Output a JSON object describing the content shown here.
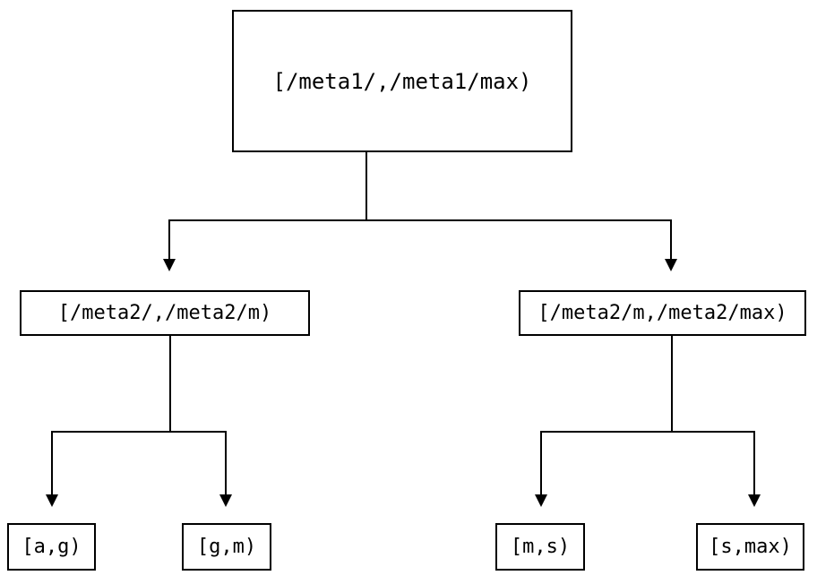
{
  "diagram": {
    "type": "tree",
    "title": "",
    "background_color": "#ffffff",
    "stroke_color": "#000000",
    "text_color": "#000000",
    "nodes": {
      "root": {
        "label": "[/meta1/,/meta1/max)",
        "level": 0
      },
      "mid_left": {
        "label": "[/meta2/,/meta2/m)",
        "level": 1
      },
      "mid_right": {
        "label": "[/meta2/m,/meta2/max)",
        "level": 1
      },
      "leaf_1": {
        "label": "[a,g)",
        "level": 2
      },
      "leaf_2": {
        "label": "[g,m)",
        "level": 2
      },
      "leaf_3": {
        "label": "[m,s)",
        "level": 2
      },
      "leaf_4": {
        "label": "[s,max)",
        "level": 2
      }
    },
    "edges": [
      {
        "from": "root",
        "to": "mid_left",
        "arrow": "down"
      },
      {
        "from": "root",
        "to": "mid_right",
        "arrow": "down"
      },
      {
        "from": "mid_left",
        "to": "leaf_1",
        "arrow": "down"
      },
      {
        "from": "mid_left",
        "to": "leaf_2",
        "arrow": "down"
      },
      {
        "from": "mid_right",
        "to": "leaf_3",
        "arrow": "down"
      },
      {
        "from": "mid_right",
        "to": "leaf_4",
        "arrow": "down"
      }
    ]
  }
}
